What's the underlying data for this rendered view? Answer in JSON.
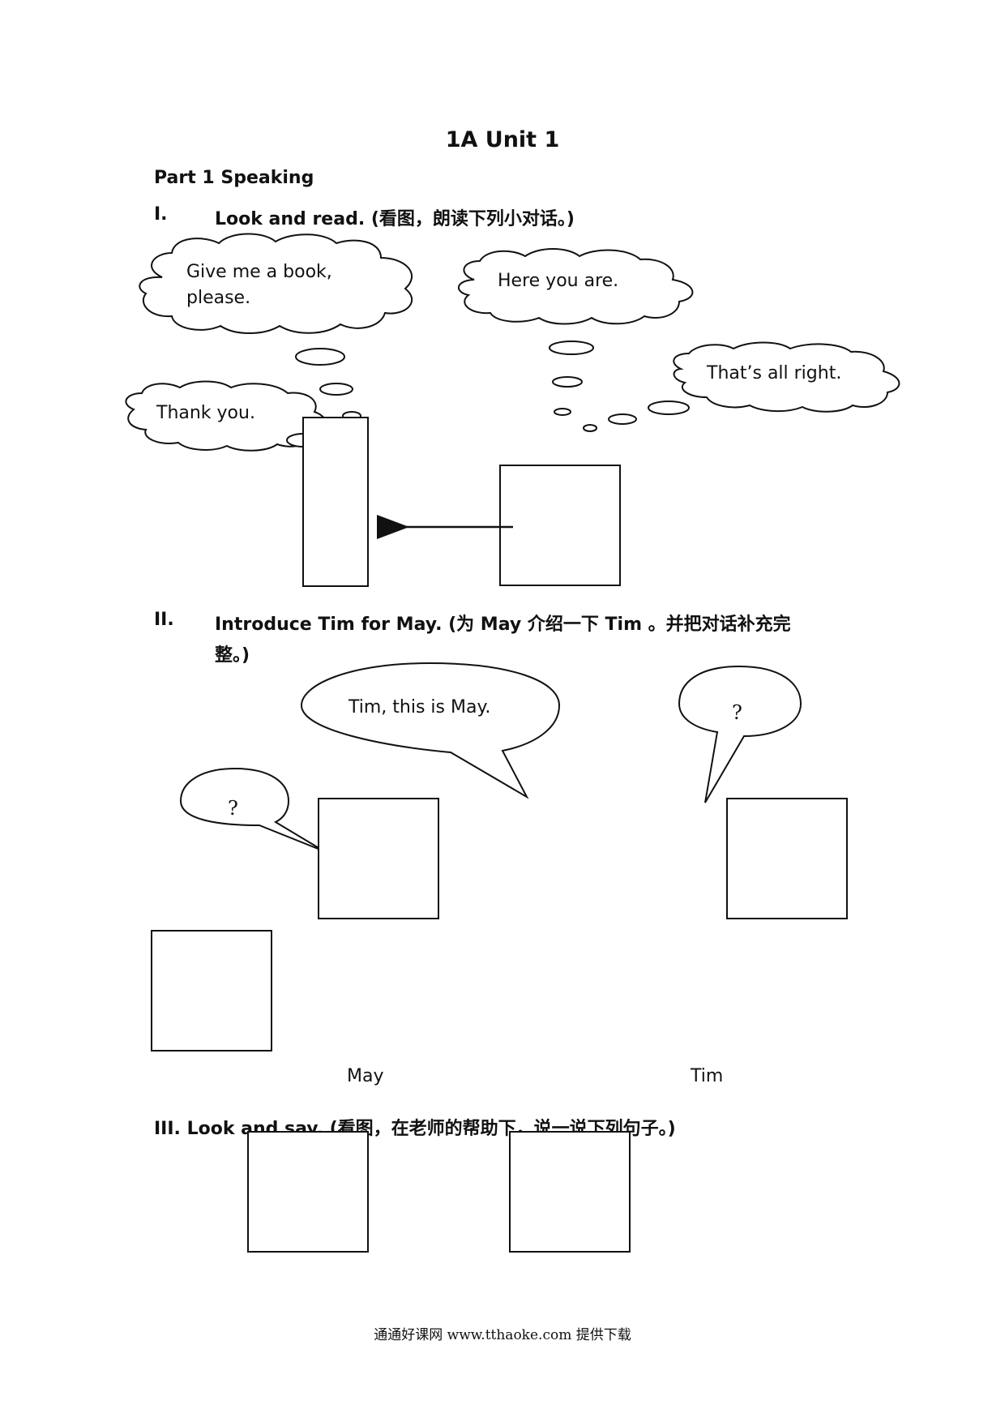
{
  "title": "1A Unit 1",
  "part": "Part 1 Speaking",
  "section1": {
    "num": "I.",
    "text": "Look and read. (看图，朗读下列小对话。)"
  },
  "section1_bubbles": {
    "give_line1": "Give me a book,",
    "give_line2": "please.",
    "here": "Here you are.",
    "thanks": "Thank you.",
    "allright": "That’s all right."
  },
  "section2": {
    "num": "II.",
    "text_line1": "Introduce Tim for May.  (为  May  介绍一下  Tim  。并把对话补充完",
    "text_line2": "整。)"
  },
  "section2_bubbles": {
    "intro": "Tim, this is May.",
    "q_left": "?",
    "q_right": "?"
  },
  "names": {
    "may": "May",
    "tim": "Tim"
  },
  "section3": {
    "text": "III. Look and say.  (看图，在老师的帮助下，说一说下列句子。)"
  },
  "footer": "通通好课网   www.tthaoke.com  提供下载"
}
